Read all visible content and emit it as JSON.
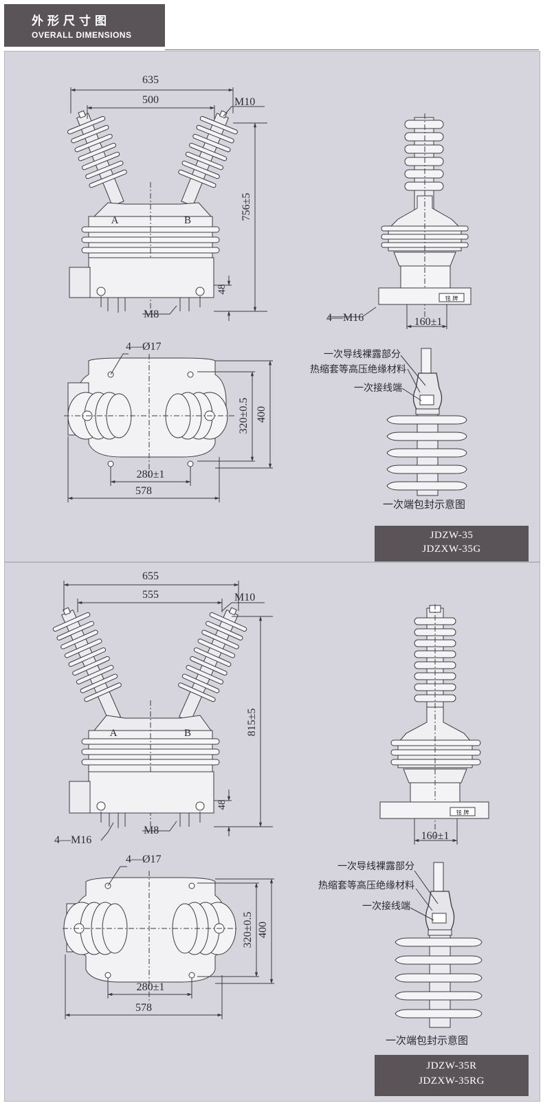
{
  "header": {
    "title_cn": "外形尺寸图",
    "title_en": "OVERALL DIMENSIONS"
  },
  "panels": [
    {
      "front": {
        "width_outer": "635",
        "width_inner": "500",
        "thread_top": "M10",
        "height": "756±5",
        "terminal_a": "A",
        "terminal_b": "B",
        "base_height": "48",
        "ground_thread": "M8"
      },
      "side": {
        "mount_holes": "4—M16",
        "mount_spacing": "160±1",
        "nameplate": "铭 牌"
      },
      "plan": {
        "holes": "4—Ø17",
        "spacing_x": "280±1",
        "width": "578",
        "spacing_y": "320±0.5",
        "depth": "400"
      },
      "sealing": {
        "label_1": "一次导线裸露部分",
        "label_2": "热缩套等高压绝缘材料",
        "label_3": "一次接线端",
        "caption": "一次端包封示意图"
      },
      "models": [
        "JDZW-35",
        "JDZXW-35G"
      ]
    },
    {
      "front": {
        "width_outer": "655",
        "width_inner": "555",
        "thread_top": "M10",
        "height": "815±5",
        "terminal_a": "A",
        "terminal_b": "B",
        "base_height": "48",
        "ground_thread": "M8",
        "mount_holes": "4—M16"
      },
      "side": {
        "mount_spacing": "160±1",
        "nameplate": "铭 牌"
      },
      "plan": {
        "holes": "4—Ø17",
        "spacing_x": "280±1",
        "width": "578",
        "spacing_y": "320±0.5",
        "depth": "400"
      },
      "sealing": {
        "label_1": "一次导线裸露部分",
        "label_2": "热缩套等高压绝缘材料",
        "label_3": "一次接线端",
        "caption": "一次端包封示意图"
      },
      "models": [
        "JDZW-35R",
        "JDZXW-35RG"
      ]
    }
  ]
}
